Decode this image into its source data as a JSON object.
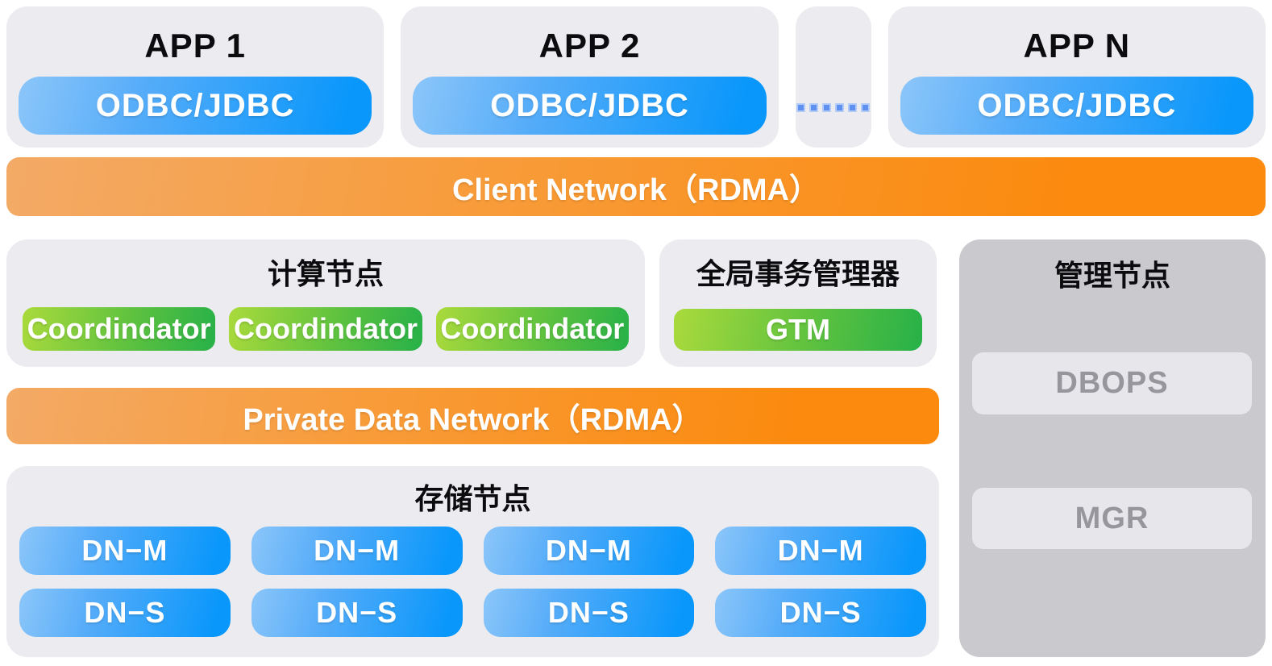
{
  "apps": {
    "items": [
      {
        "title": "APP 1",
        "connector": "ODBC/JDBC"
      },
      {
        "title": "APP 2",
        "connector": "ODBC/JDBC"
      },
      {
        "title": "APP N",
        "connector": "ODBC/JDBC"
      }
    ]
  },
  "client_network": {
    "label": "Client Network（RDMA）"
  },
  "compute": {
    "title": "计算节点",
    "nodes": [
      "Coordindator",
      "Coordindator",
      "Coordindator"
    ]
  },
  "gtm": {
    "title": "全局事务管理器",
    "button": "GTM"
  },
  "management": {
    "title": "管理节点",
    "boxes": [
      "DBOPS",
      "MGR"
    ]
  },
  "private_network": {
    "label": "Private Data Network（RDMA）"
  },
  "storage": {
    "title": "存储节点",
    "columns": [
      {
        "master": "DN−M",
        "slave": "DN−S"
      },
      {
        "master": "DN−M",
        "slave": "DN−S"
      },
      {
        "master": "DN−M",
        "slave": "DN−S"
      },
      {
        "master": "DN−M",
        "slave": "DN−S"
      }
    ]
  },
  "icons": {
    "ellipsis": "dots-horizontal"
  },
  "colors": {
    "orange_start": "#F3AA66",
    "orange_end": "#FB8A0E",
    "blue_start": "#8CC6F9",
    "blue_end": "#0997FB",
    "green_start": "#AADA3C",
    "green_end": "#27B148",
    "panel_light": "#ECECF0",
    "panel_dark": "#C9C9CE",
    "gray_box": "#E7E7EB",
    "gray_text": "#96969C",
    "dots_blue": "#5E91F1",
    "title_text": "#0C0C0E"
  }
}
